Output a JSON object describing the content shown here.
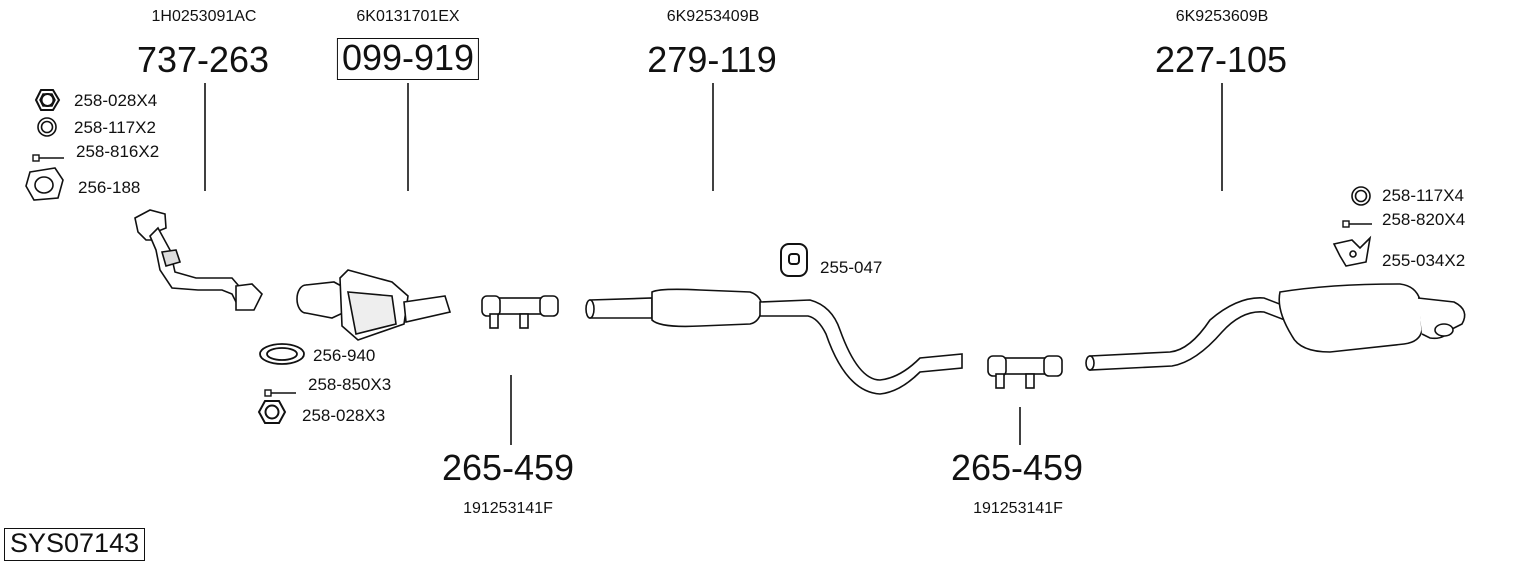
{
  "system_code": "SYS07143",
  "parts": [
    {
      "oem": "1H0253091AC",
      "number": "737-263"
    },
    {
      "oem": "6K0131701EX",
      "number": "099-919"
    },
    {
      "oem": "6K9253409B",
      "number": "279-119"
    },
    {
      "oem": "6K9253609B",
      "number": "227-105"
    },
    {
      "oem": "191253141F",
      "number": "265-459"
    },
    {
      "oem": "191253141F",
      "number": "265-459"
    }
  ],
  "accessories": {
    "front_nut": "258-028X4",
    "front_ring": "258-117X2",
    "front_bolt": "258-816X2",
    "front_gasket": "256-188",
    "cat_ring_gasket": "256-940",
    "cat_bolt": "258-850X3",
    "cat_nut": "258-028X3",
    "mid_hanger": "255-047",
    "rear_ring": "258-117X4",
    "rear_bolt": "258-820X4",
    "rear_bracket": "255-034X2"
  }
}
